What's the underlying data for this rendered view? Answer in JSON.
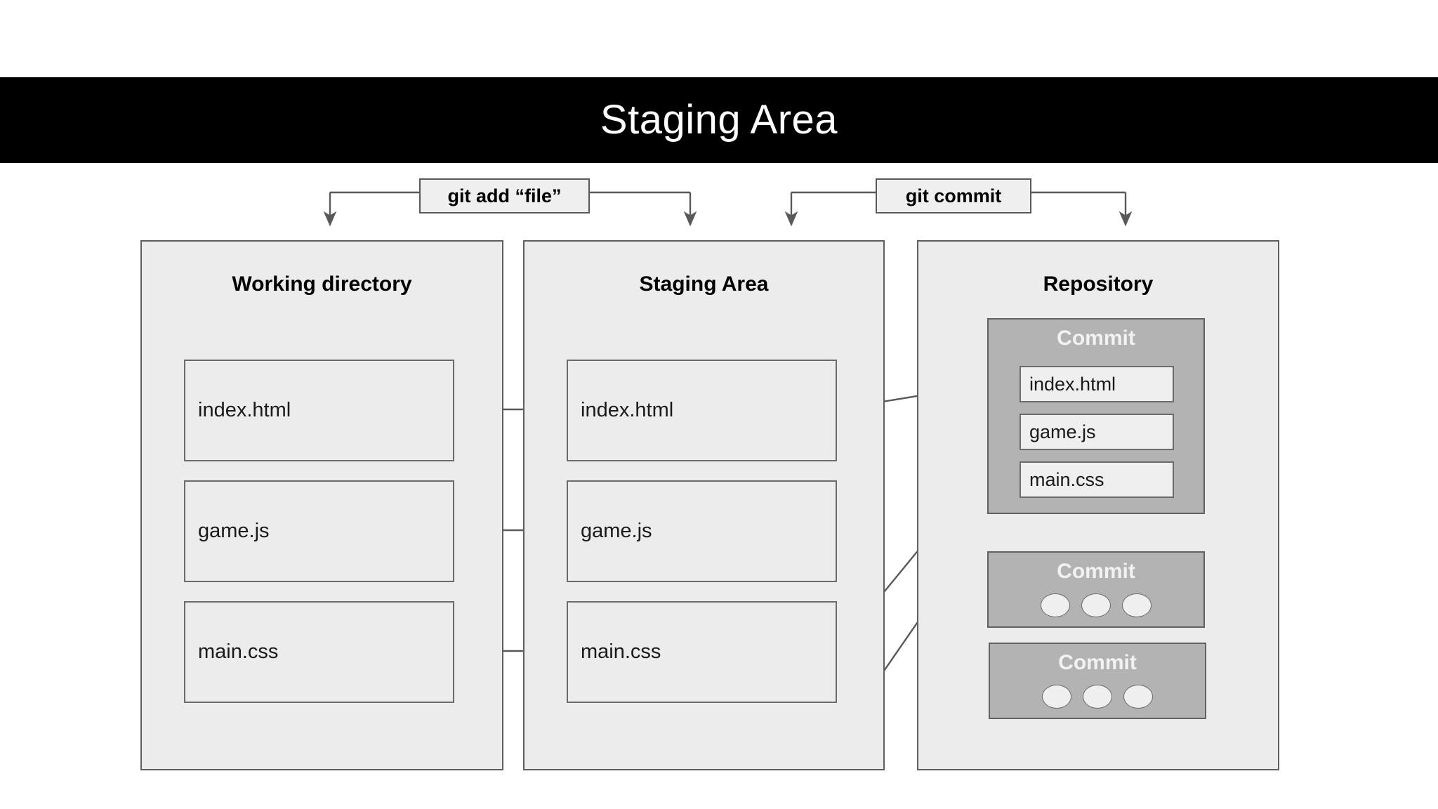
{
  "slide": {
    "title": "Staging Area",
    "background": "#ffffff",
    "banner_color": "#000000",
    "banner_text_color": "#ffffff"
  },
  "commands": {
    "add": "git add “file”",
    "commit": "git commit"
  },
  "columns": [
    {
      "key": "working",
      "title": "Working directory",
      "files": [
        "index.html",
        "game.js",
        "main.css"
      ]
    },
    {
      "key": "staging",
      "title": "Staging Area",
      "files": [
        "index.html",
        "game.js",
        "main.css"
      ]
    },
    {
      "key": "repository",
      "title": "Repository",
      "commits": [
        {
          "label": "Commit",
          "files": [
            "index.html",
            "game.js",
            "main.css"
          ],
          "dots": 0
        },
        {
          "label": "Commit",
          "files": [],
          "dots": 3
        },
        {
          "label": "Commit",
          "files": [],
          "dots": 3
        }
      ]
    }
  ],
  "colors": {
    "panel_fill": "#ececec",
    "panel_border": "#5f5f5f",
    "commit_fill": "#b3b3b3",
    "commit_label": "#f2f2f2",
    "file_fill": "#ececec",
    "file_border": "#6b6b6b",
    "connector": "#595959"
  }
}
